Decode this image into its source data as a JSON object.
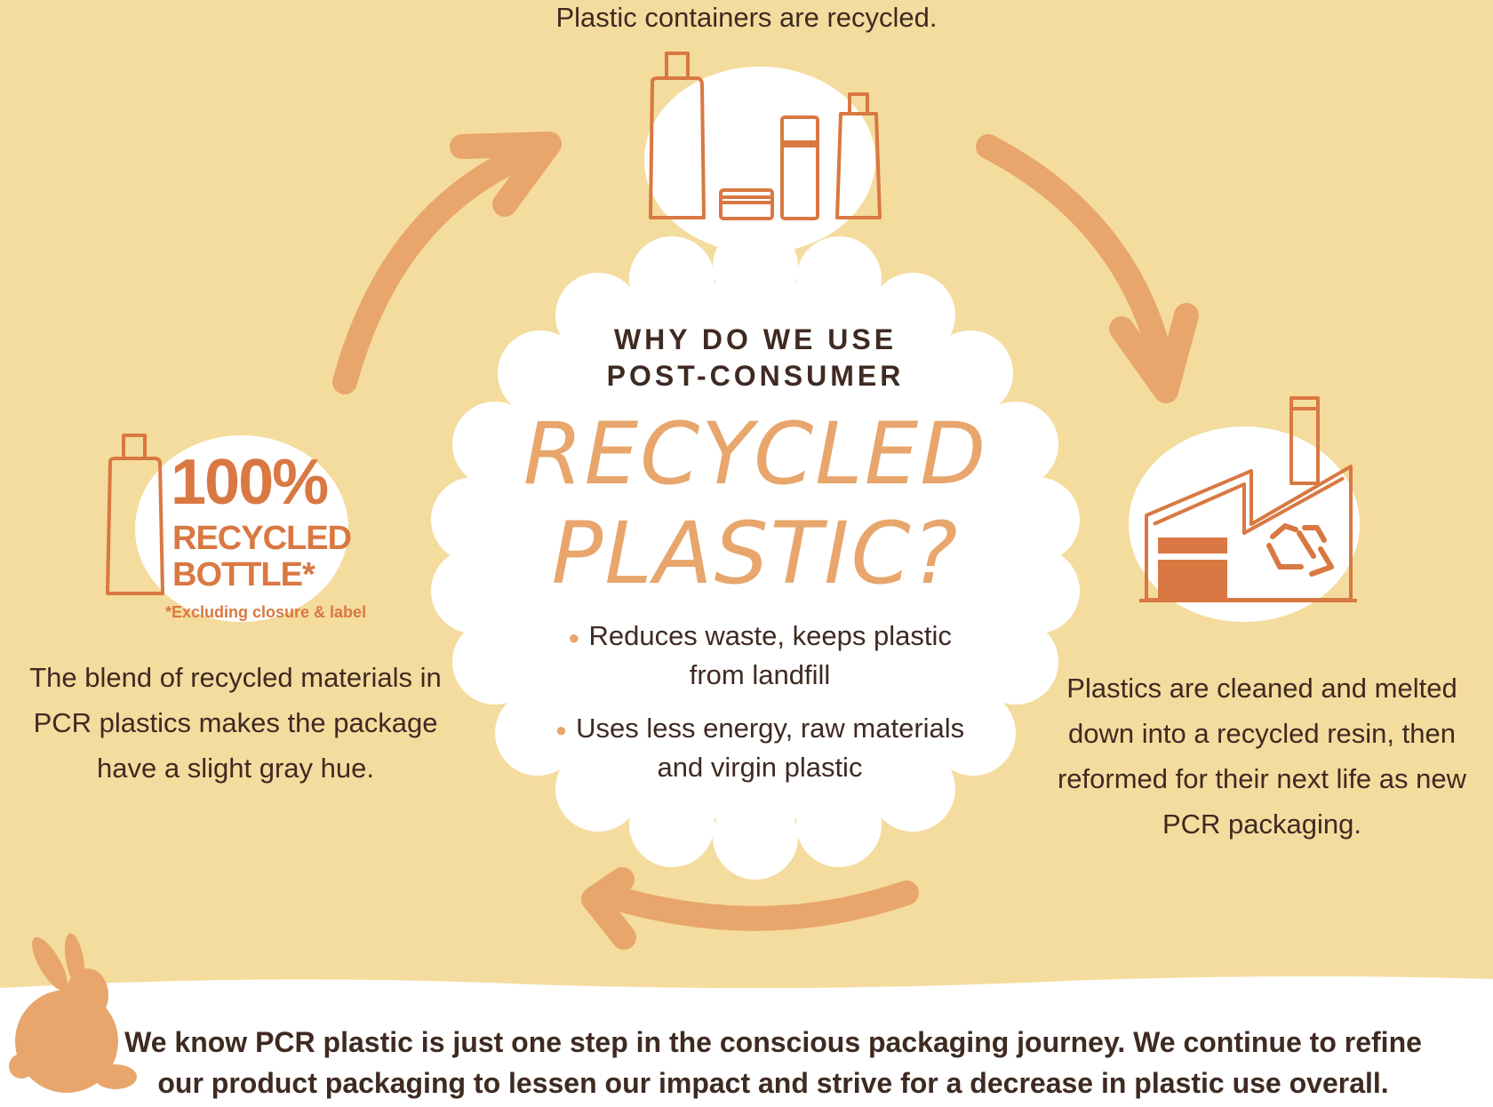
{
  "top": {
    "caption": "Plastic containers are recycled."
  },
  "center": {
    "question_line1": "WHY DO WE USE",
    "question_line2": "POST-CONSUMER",
    "headline_line1": "RECYCLED",
    "headline_line2": "PLASTIC?",
    "bullets": [
      "Reduces waste, keeps plastic from landfill",
      "Uses less energy, raw materials and virgin plastic"
    ]
  },
  "left": {
    "badge_percent": "100%",
    "badge_line1": "RECYCLED",
    "badge_line2": "BOTTLE*",
    "badge_note": "*Excluding closure & label",
    "description": "The blend of recycled materials in PCR plastics makes the package have a slight gray hue."
  },
  "right": {
    "description": "Plastics are cleaned and melted down into a recycled resin, then reformed for their next life as new PCR packaging."
  },
  "bottom": {
    "message": "We know PCR plastic is just one step in the conscious packaging journey. We continue to refine our product packaging to lessen our impact and strive for a decrease in plastic use overall."
  },
  "icons": [
    "bottles-icon",
    "factory-icon",
    "recycle-icon",
    "bottle-icon",
    "bunny-icon",
    "cycle-arrow-icon"
  ],
  "colors": {
    "background": "#f4dc9e",
    "accent": "#e8a66c",
    "accent_dark": "#d97842",
    "text": "#3f2a22",
    "white": "#ffffff"
  }
}
